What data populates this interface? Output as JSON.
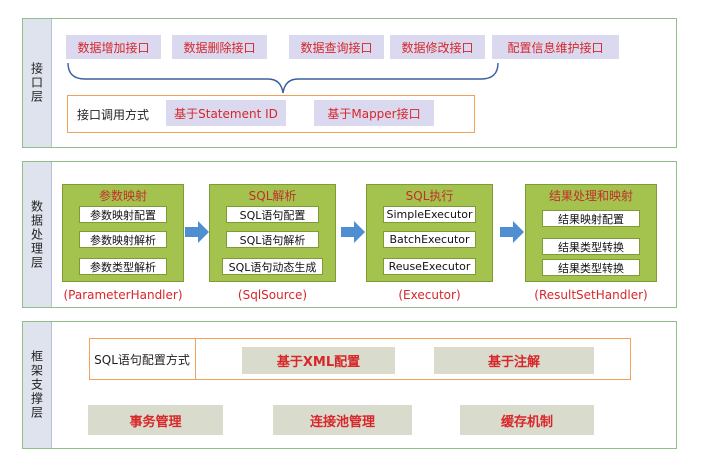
{
  "interface_layer": {
    "label": "接口层",
    "apis": [
      "数据增加接口",
      "数据删除接口",
      "数据查询接口",
      "数据修改接口",
      "配置信息维护接口"
    ],
    "call_method": {
      "label": "接口调用方式",
      "options": [
        "基于Statement ID",
        "基于Mapper接口"
      ]
    }
  },
  "data_layer": {
    "label": "数据处理层",
    "modules": [
      {
        "title": "参数映射",
        "items": [
          "参数映射配置",
          "参数映射解析",
          "参数类型解析"
        ],
        "caption": "(ParameterHandler)"
      },
      {
        "title": "SQL解析",
        "items": [
          "SQL语句配置",
          "SQL语句解析",
          "SQL语句动态生成"
        ],
        "caption": "(SqlSource)"
      },
      {
        "title": "SQL执行",
        "items": [
          "SimpleExecutor",
          "BatchExecutor",
          "ReuseExecutor"
        ],
        "caption": "(Executor)"
      },
      {
        "title": "结果处理和映射",
        "items": [
          "结果映射配置",
          "结果类型转换",
          "结果类型转换"
        ],
        "caption": "(ResultSetHandler)"
      }
    ]
  },
  "support_layer": {
    "label": "框架支撑层",
    "sql_config": {
      "label": "SQL语句配置方式",
      "options": [
        "基于XML配置",
        "基于注解"
      ]
    },
    "services": [
      "事务管理",
      "连接池管理",
      "缓存机制"
    ]
  },
  "colors": {
    "layer_border": "#8fc08a",
    "layer_label_bg": "#dfe3ee",
    "pill_bg": "#dad9ef",
    "text_red": "#d8262a",
    "module_green": "#a4c24e",
    "arrow_blue": "#4f8ed0",
    "orange_border": "#f2a15d",
    "gray_box": "#d9dccc"
  }
}
